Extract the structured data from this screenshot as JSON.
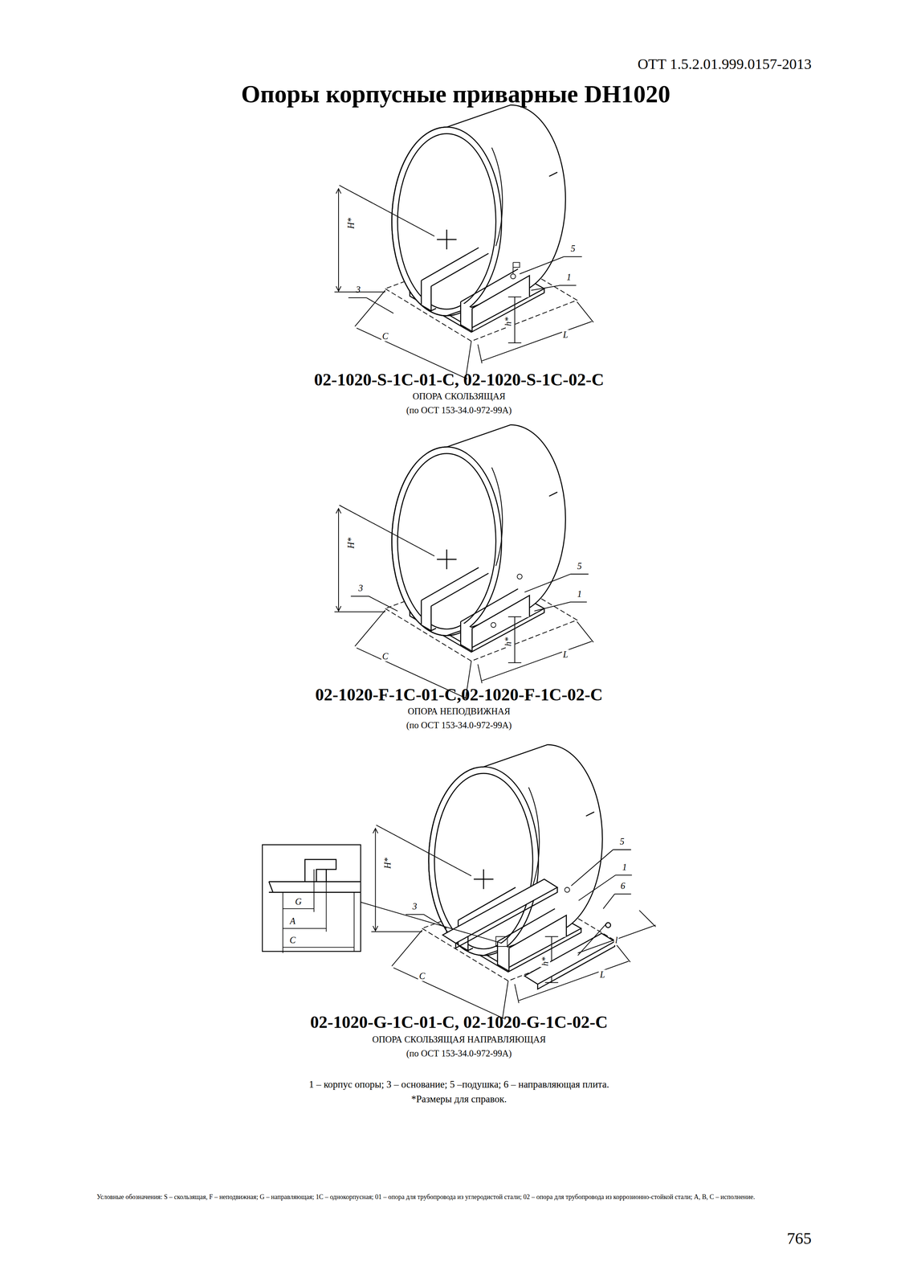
{
  "diagram": {
    "title": "Опоры корпусные приварные  DН1020",
    "labels": [
      "ОТТ 1.5.2.01.999.0157-2013",
      "H*",
      "5",
      "3",
      "1",
      "C",
      "h*",
      "L",
      "02-1020-S-1C-01-C, 02-1020-S-1C-02-C",
      "ОПОРА СКОЛЬЗЯЩАЯ",
      "(по ОСТ 153-34.0-972-99А)",
      "H*",
      "5",
      "3",
      "1",
      "C",
      "h*",
      "L",
      "02-1020-F-1C-01-C,02-1020-F-1C-02-C",
      "ОПОРА НЕПОДВИЖНАЯ",
      "(по ОСТ 153-34.0-972-99А)",
      "G",
      "A",
      "C",
      "H*",
      "5",
      "3",
      "1",
      "6",
      "C",
      "h*",
      "l",
      "L",
      "02-1020-G-1C-01-C, 02-1020-G-1C-02-C",
      "ОПОРА СКОЛЬЗЯЩАЯ НАПРАВЛЯЮЩАЯ",
      "(по ОСТ 153-34.0-972-99А)",
      "1 – корпус опоры; 3 – основание; 5 –подушка; 6 – направляющая плита.",
      "*Размеры для справок.",
      "Условные обозначения: S – скользящая, F – неподвижная; G – направляющая; 1С – однокорпусная; 01 – опора для трубопровода из углеродистой стали; 02 – опора для трубопровода из коррозионно-стойкой стали; А, В, С – исполнение.",
      "765"
    ]
  }
}
